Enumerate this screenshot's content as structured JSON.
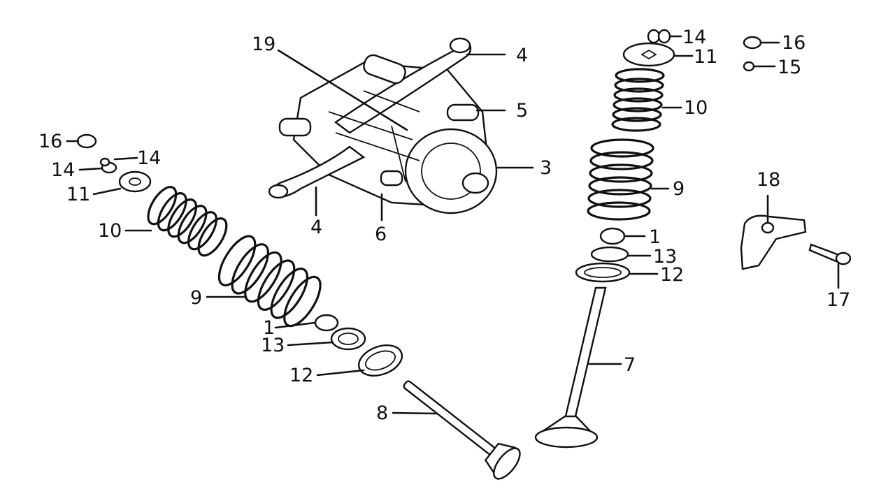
{
  "colors": {
    "ink": "#111111",
    "background": "#ffffff"
  },
  "callouts": [
    {
      "id": "c19",
      "text": "19"
    },
    {
      "id": "c4a",
      "text": "4"
    },
    {
      "id": "c5",
      "text": "5"
    },
    {
      "id": "c3",
      "text": "3"
    },
    {
      "id": "c4b",
      "text": "4"
    },
    {
      "id": "c6",
      "text": "6"
    },
    {
      "id": "c16l",
      "text": "16"
    },
    {
      "id": "c14la",
      "text": "14"
    },
    {
      "id": "c14lb",
      "text": "14"
    },
    {
      "id": "c11l",
      "text": "11"
    },
    {
      "id": "c10l",
      "text": "10"
    },
    {
      "id": "c9l",
      "text": "9"
    },
    {
      "id": "c1l",
      "text": "1"
    },
    {
      "id": "c13l",
      "text": "13"
    },
    {
      "id": "c12l",
      "text": "12"
    },
    {
      "id": "c8",
      "text": "8"
    },
    {
      "id": "c14r",
      "text": "14"
    },
    {
      "id": "c11r",
      "text": "11"
    },
    {
      "id": "c16r",
      "text": "16"
    },
    {
      "id": "c15",
      "text": "15"
    },
    {
      "id": "c10r",
      "text": "10"
    },
    {
      "id": "c9r",
      "text": "9"
    },
    {
      "id": "c1r",
      "text": "1"
    },
    {
      "id": "c13r",
      "text": "13"
    },
    {
      "id": "c12r",
      "text": "12"
    },
    {
      "id": "c7",
      "text": "7"
    },
    {
      "id": "c18",
      "text": "18"
    },
    {
      "id": "c17",
      "text": "17"
    }
  ]
}
